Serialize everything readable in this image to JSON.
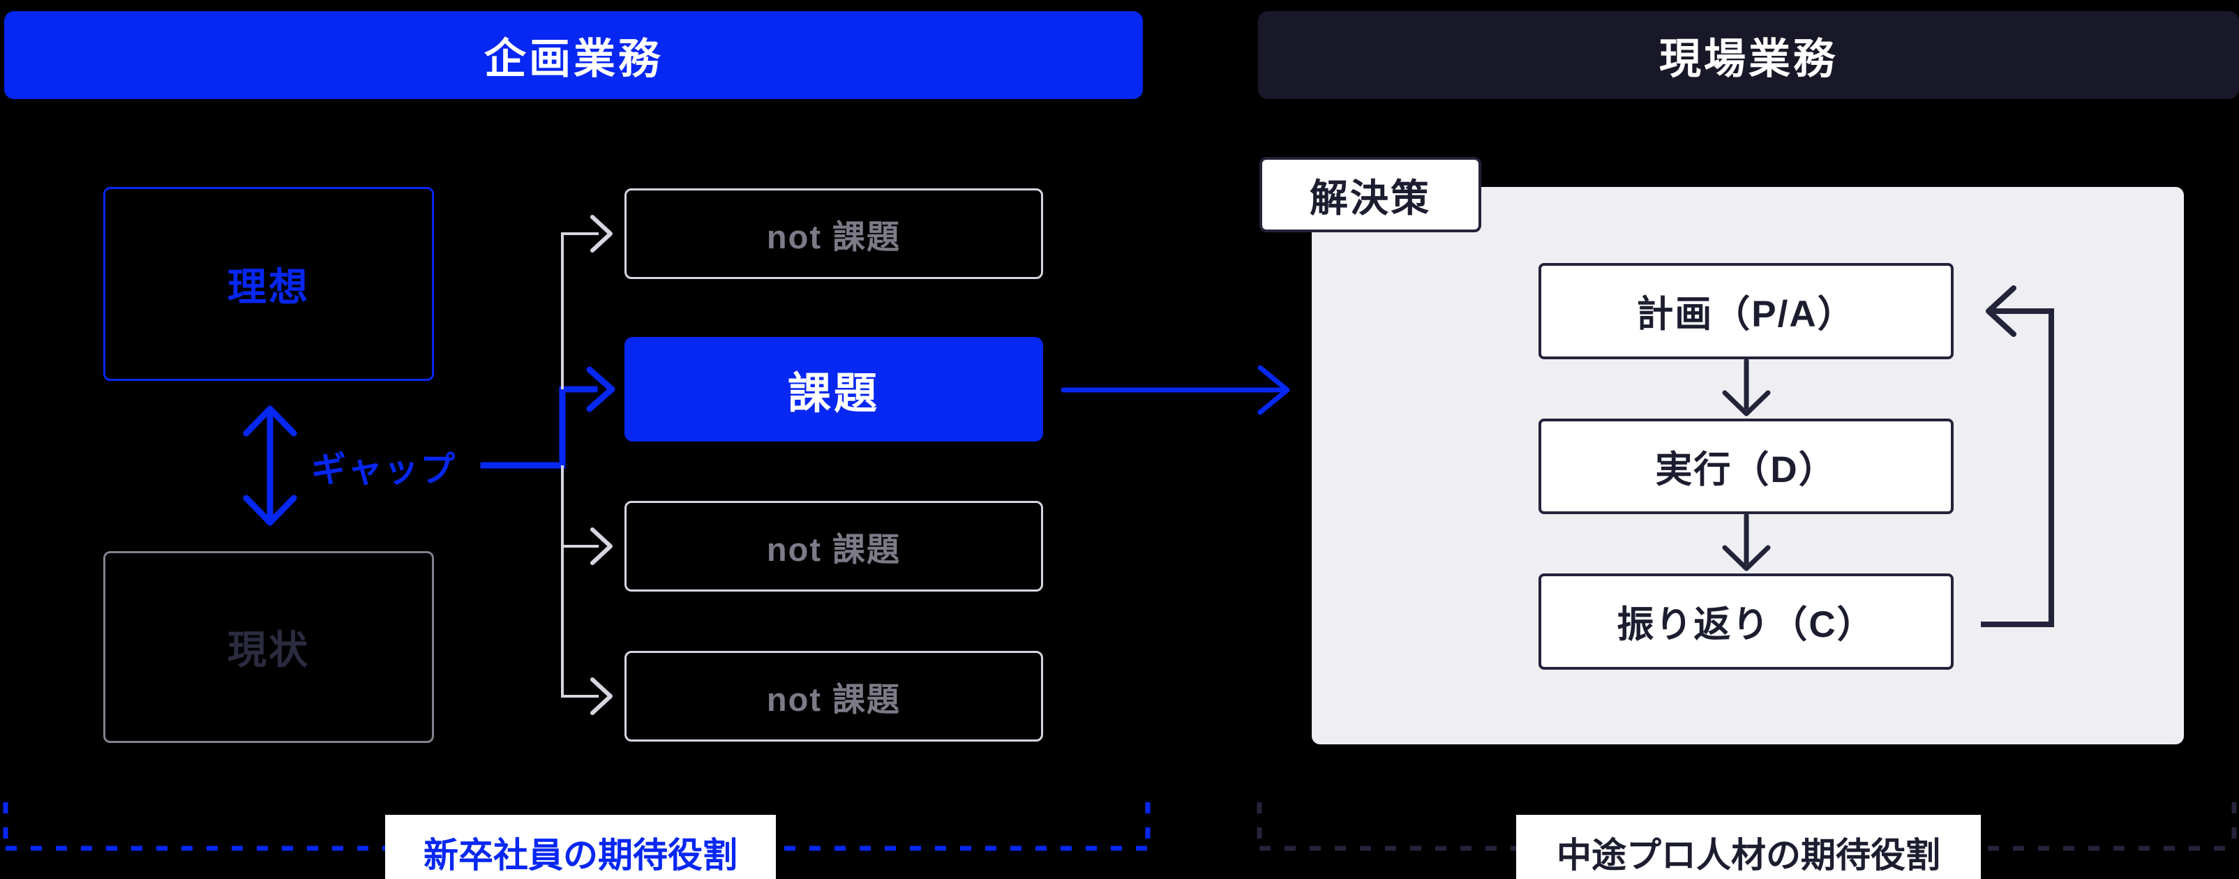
{
  "headers": {
    "left": "企画業務",
    "right": "現場業務"
  },
  "left_section": {
    "ideal": "理想",
    "current": "現状",
    "gap_label": "ギャップ"
  },
  "middle": {
    "items": [
      {
        "label": "not 課題",
        "type": "muted"
      },
      {
        "label": "課題",
        "type": "highlight"
      },
      {
        "label": "not 課題",
        "type": "muted"
      },
      {
        "label": "not 課題",
        "type": "muted"
      }
    ]
  },
  "right_section": {
    "solution_label": "解決策",
    "pdca": [
      {
        "label": "計画（P/A）"
      },
      {
        "label": "実行（D）"
      },
      {
        "label": "振り返り（C）"
      }
    ]
  },
  "footers": {
    "left": "新卒社員の期待役割",
    "right": "中途プロ人材の期待役割"
  },
  "colors": {
    "accent_blue": "#0727F2",
    "header_dark": "#181828",
    "line_dark": "#23233A",
    "muted_text_gray": "#7B7B88",
    "muted_border_gray": "#D6D6E0",
    "current_border_gray": "#82828F",
    "current_text_navy": "#2B2B40",
    "panel_gray": "#EFEFF3",
    "background": "#000000"
  }
}
